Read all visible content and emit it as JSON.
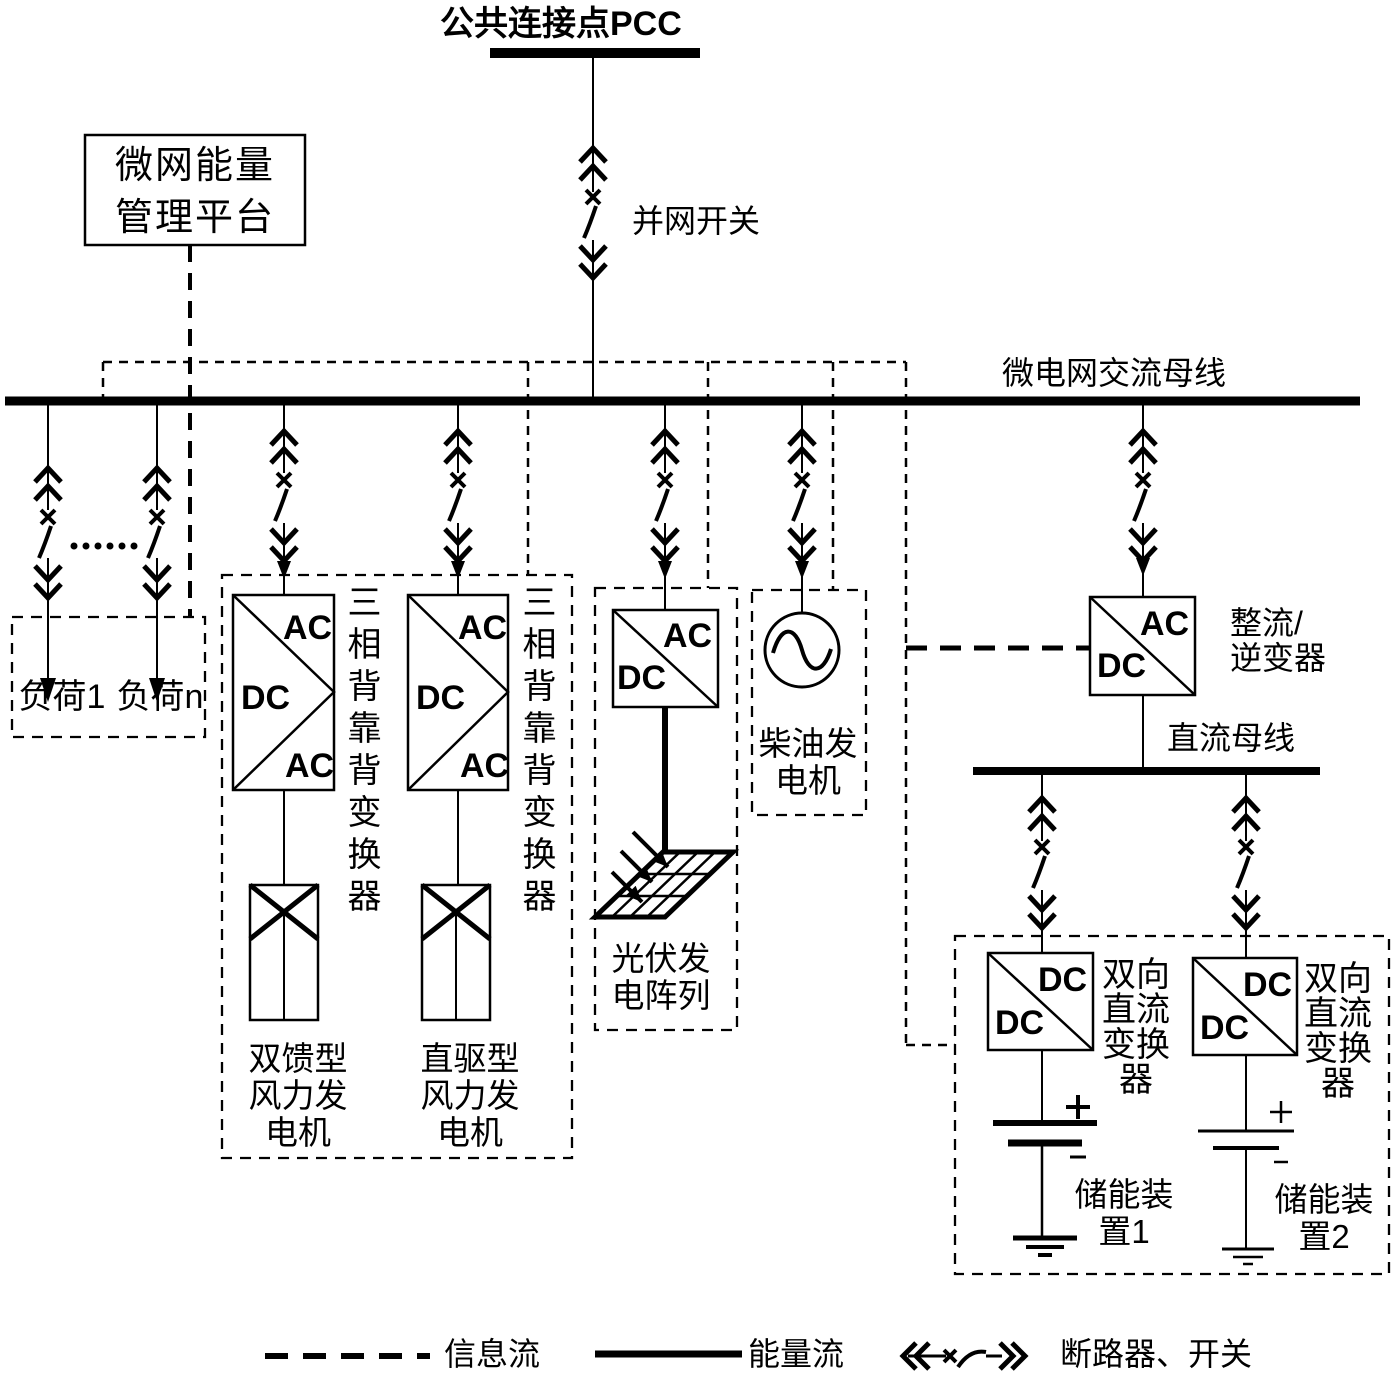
{
  "colors": {
    "ink": "#000000",
    "background": "#ffffff"
  },
  "title": {
    "pcc": "公共连接点PCC"
  },
  "labels": {
    "grid_switch": "并网开关",
    "ems": [
      "微网能量",
      "管理平台"
    ],
    "ac_bus": "微电网交流母线",
    "load1": "负荷1",
    "loadn": "负荷n",
    "btb_converter": "三相背靠背变换器",
    "dfig_wind": [
      "双馈型",
      "风力发",
      "电机"
    ],
    "direct_wind": [
      "直驱型",
      "风力发",
      "电机"
    ],
    "pv_array": [
      "光伏发",
      "电阵列"
    ],
    "diesel": [
      "柴油发",
      "电机"
    ],
    "rectifier": [
      "整流/",
      "逆变器"
    ],
    "dc_bus": "直流母线",
    "bidirectional_dc": [
      "双向",
      "直流",
      "变换",
      "器"
    ],
    "storage1": [
      "储能装",
      "置1"
    ],
    "storage2": [
      "储能装",
      "置2"
    ],
    "ac": "AC",
    "dc": "DC"
  },
  "legend": {
    "info_flow": "信息流",
    "energy_flow": "能量流",
    "breaker_switch": "断路器、开关"
  }
}
